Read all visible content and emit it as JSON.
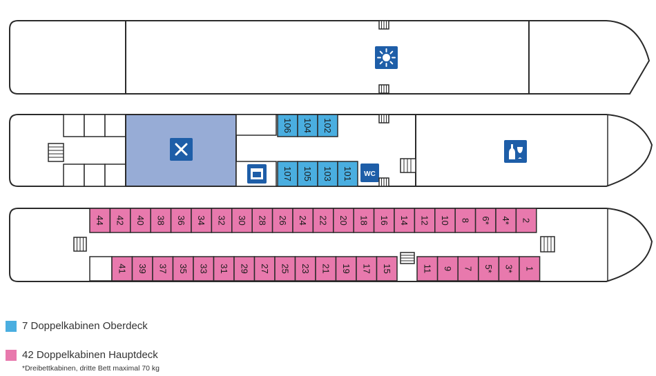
{
  "colors": {
    "upper_cabin": "#4aaee0",
    "main_cabin": "#e879ad",
    "restaurant": "#97acd6",
    "icon_bg": "#1e5ea8",
    "outline": "#2a2a2a"
  },
  "icons": {
    "sun_deck": "sun-icon",
    "restaurant": "cutlery-icon",
    "bar": "wine-bottle-glass-icon",
    "galley": "oven-icon",
    "wc": "wc-icon",
    "stairs": "stairs-icon"
  },
  "upper_deck": {
    "cabins_top": [
      "106",
      "104",
      "102"
    ],
    "cabins_bottom": [
      "107",
      "105",
      "103",
      "101"
    ],
    "wc_label": "WC"
  },
  "main_deck": {
    "cabins_top": [
      "44",
      "42",
      "40",
      "38",
      "36",
      "34",
      "32",
      "30",
      "28",
      "26",
      "24",
      "22",
      "20",
      "18",
      "16",
      "14",
      "12",
      "10",
      "8",
      "6*",
      "4*",
      "2"
    ],
    "cabins_bottom_left": [
      "41",
      "39",
      "37",
      "35",
      "33",
      "31",
      "29",
      "27",
      "25",
      "23",
      "21",
      "19",
      "17",
      "15"
    ],
    "cabins_bottom_right": [
      "11",
      "9",
      "7",
      "5*",
      "3*",
      "1"
    ]
  },
  "legend": {
    "upper": "7 Doppelkabinen Oberdeck",
    "main": "42 Doppelkabinen Hauptdeck",
    "footnote": "*Dreibettkabinen, dritte Bett maximal 70 kg"
  }
}
